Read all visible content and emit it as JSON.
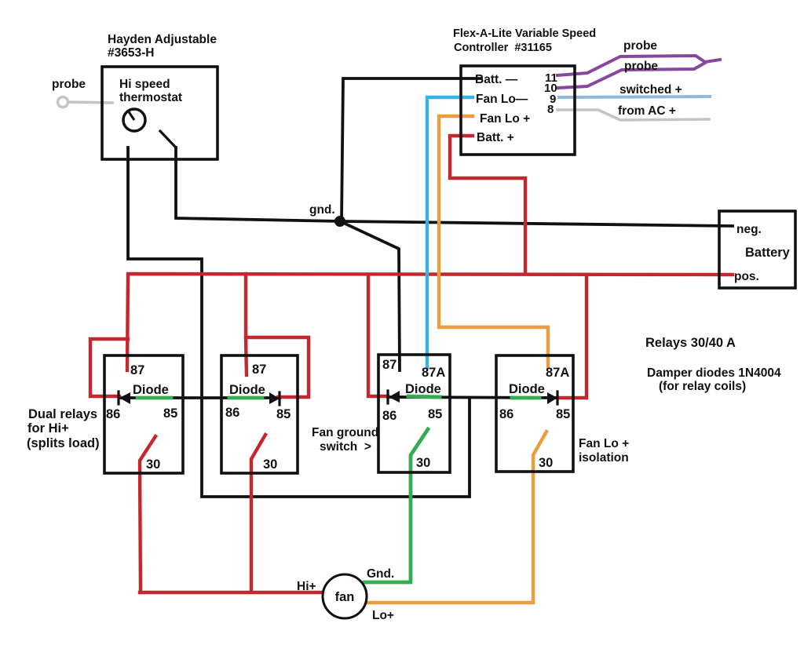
{
  "colors": {
    "black": "#111111",
    "red": "#c4282e",
    "green": "#34ac52",
    "orange": "#eb9c3d",
    "cyan": "#35b3e2",
    "purple": "#85489c",
    "lightblue": "#8fb8da",
    "gray": "#c4c4c4",
    "background": "#ffffff"
  },
  "thermostat": {
    "title1": "Hayden Adjustable",
    "title2": "#3653-H",
    "name1": "Hi speed",
    "name2": "thermostat",
    "probe": "probe"
  },
  "controller": {
    "title1": "Flex-A-Lite Variable Speed",
    "title2": "Controller  #31165",
    "terminals": [
      "Batt. —",
      "Fan Lo—",
      "Fan Lo +",
      "Batt. +"
    ],
    "pins": [
      "11",
      "10",
      "9",
      "8"
    ],
    "probe1": "probe",
    "probe2": "probe",
    "switched": "switched +",
    "from_ac": "from AC +"
  },
  "ground": {
    "label": "gnd."
  },
  "battery": {
    "neg": "neg.",
    "name": "Battery",
    "pos": "pos."
  },
  "notes": {
    "relays": "Relays 30/40 A",
    "damper1": "Damper diodes 1N4004",
    "damper2": "(for relay coils)",
    "dual1": "Dual relays",
    "dual2": "for Hi+",
    "dual3": "(splits load)",
    "fan_ground1": "Fan ground",
    "fan_ground2": "switch  >",
    "iso1": "Fan Lo +",
    "iso2": "isolation"
  },
  "relay1": {
    "t87": "87",
    "diode": "Diode",
    "t86": "86",
    "t85": "85",
    "t30": "30"
  },
  "relay2": {
    "t87": "87",
    "diode": "Diode",
    "t86": "86",
    "t85": "85",
    "t30": "30"
  },
  "relay3": {
    "t87": "87",
    "t87a": "87A",
    "diode": "Diode",
    "t86": "86",
    "t85": "85",
    "t30": "30"
  },
  "relay4": {
    "t87a": "87A",
    "diode": "Diode",
    "t86": "86",
    "t85": "85",
    "t30": "30"
  },
  "fan": {
    "name": "fan",
    "hi": "Hi+",
    "gnd": "Gnd.",
    "lo": "Lo+"
  }
}
